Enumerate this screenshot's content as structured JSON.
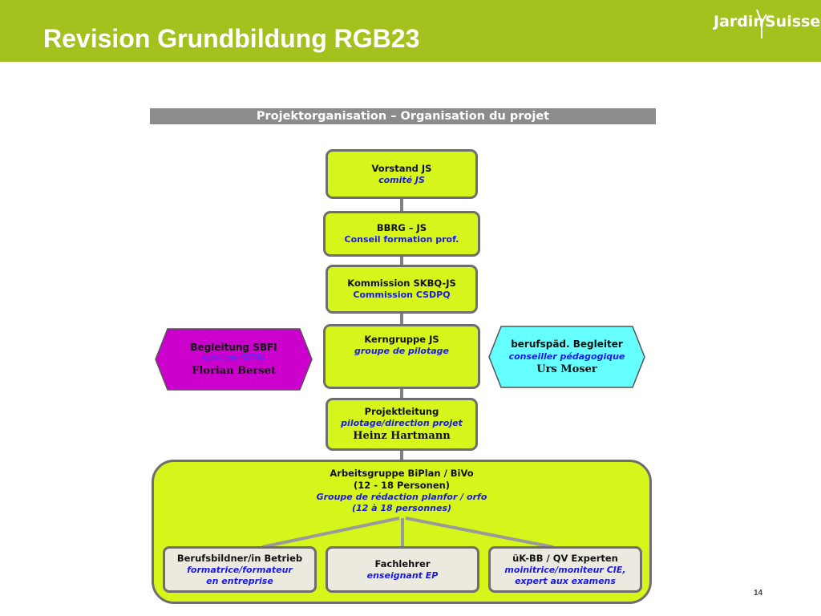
{
  "slide": {
    "title": "Revision Grundbildung RGB23",
    "page_number": "14"
  },
  "logo": {
    "part1": "Jardin",
    "part2": "Suisse"
  },
  "colors": {
    "header_green": "#a3c21e",
    "box_lime": "#d6f51a",
    "box_magenta": "#cc00cc",
    "box_cyan": "#66ffff",
    "box_grey": "#eceadf",
    "bar_grey": "#8c8c8c"
  },
  "diagram": {
    "banner": "Projektorganisation – Organisation du projet",
    "nodes": {
      "vorstand": {
        "de": "Vorstand JS",
        "fr": "comité JS"
      },
      "bbrg": {
        "de": "BBRG – JS",
        "fr": "Conseil formation prof."
      },
      "kommission": {
        "de": "Kommission SKBQ-JS",
        "fr": "Commission CSDPQ"
      },
      "kerngruppe": {
        "de": "Kerngruppe JS",
        "fr": "groupe de pilotage"
      },
      "projektleitung": {
        "de": "Projektleitung",
        "fr": "pilotage/direction projet",
        "person": "Heinz Hartmann"
      },
      "begleitung_sbfi": {
        "de": "Begleitung SBFI",
        "fr": "suivi par SEFRI",
        "person": "Florian Berset"
      },
      "berufspaed": {
        "de": "berufspäd. Begleiter",
        "fr": "conseiller pédagogique",
        "person": "Urs Moser"
      },
      "arbeitsgruppe": {
        "line1": "Arbeitsgruppe BiPlan / BiVo",
        "line2": "(12 - 18 Personen)",
        "line3": "Groupe de rédaction planfor / orfo",
        "line4": "(12 à 18 personnes)"
      },
      "berufsbildner": {
        "de": "Berufsbildner/in Betrieb",
        "fr1": "formatrice/formateur",
        "fr2": "en entreprise"
      },
      "fachlehrer": {
        "de": "Fachlehrer",
        "fr": "enseignant EP"
      },
      "uk_bb": {
        "de": "üK-BB / QV Experten",
        "fr1": "moinitrice/moniteur CIE,",
        "fr2": "expert aux examens"
      }
    }
  }
}
